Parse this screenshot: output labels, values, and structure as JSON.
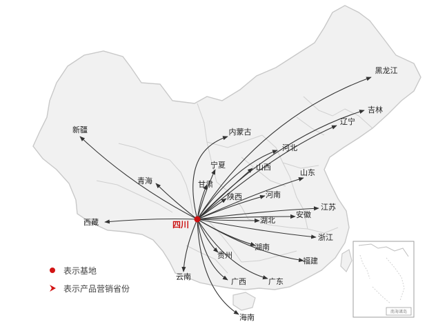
{
  "map": {
    "base": {
      "name": "四川",
      "color": "#cc1010"
    },
    "route_color": "#333333",
    "land_fill": "#f1f1f1",
    "border_color": "#c8c8c8",
    "destinations": [
      "黑龙江",
      "吉林",
      "辽宁",
      "内蒙古",
      "河北",
      "宁夏",
      "山西",
      "甘肃",
      "陕西",
      "青海",
      "新疆",
      "西藏",
      "山东",
      "河南",
      "江苏",
      "安徽",
      "湖北",
      "浙江",
      "湖南",
      "福建",
      "贵州",
      "云南",
      "广西",
      "广东",
      "海南"
    ],
    "inset": {
      "label": "南海诸岛"
    }
  },
  "legend": {
    "base_label": "表示基地",
    "arrow_label": "表示产品营销省份",
    "base_marker_color": "#d21414",
    "arrow_marker_color": "#d21414"
  }
}
